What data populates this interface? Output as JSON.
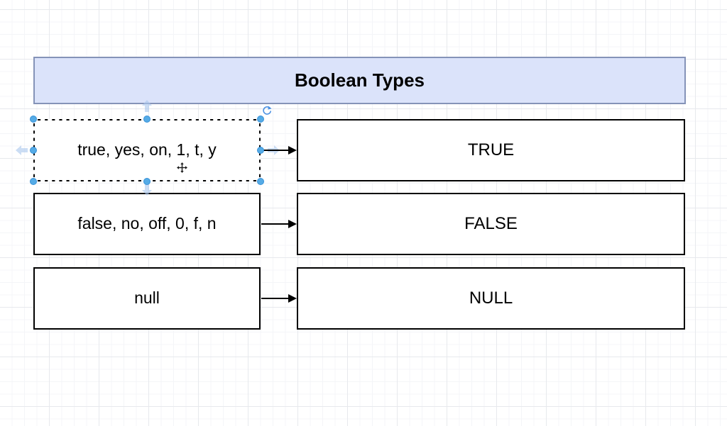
{
  "diagram": {
    "title": {
      "label": "Boolean Types"
    },
    "rows": [
      {
        "source": "true, yes, on, 1, t, y",
        "target": "TRUE",
        "selected": true
      },
      {
        "source": "false, no, off, 0, f, n",
        "target": "FALSE",
        "selected": false
      },
      {
        "source": "null",
        "target": "NULL",
        "selected": false
      }
    ],
    "colors": {
      "title_fill": "#dbe3fa",
      "title_border": "#8593b8",
      "shape_fill": "#ffffff",
      "shape_border": "#000000",
      "connector": "#000000",
      "selection_handle": "#55abe6",
      "guide_arrow": "#aac7ee",
      "rotate_icon": "#4a90e2"
    },
    "icons": {
      "rotate": "rotate-icon",
      "move": "move-icon",
      "guides": [
        "arrow-left-icon",
        "arrow-up-icon",
        "arrow-down-icon",
        "arrow-right-icon"
      ]
    }
  }
}
